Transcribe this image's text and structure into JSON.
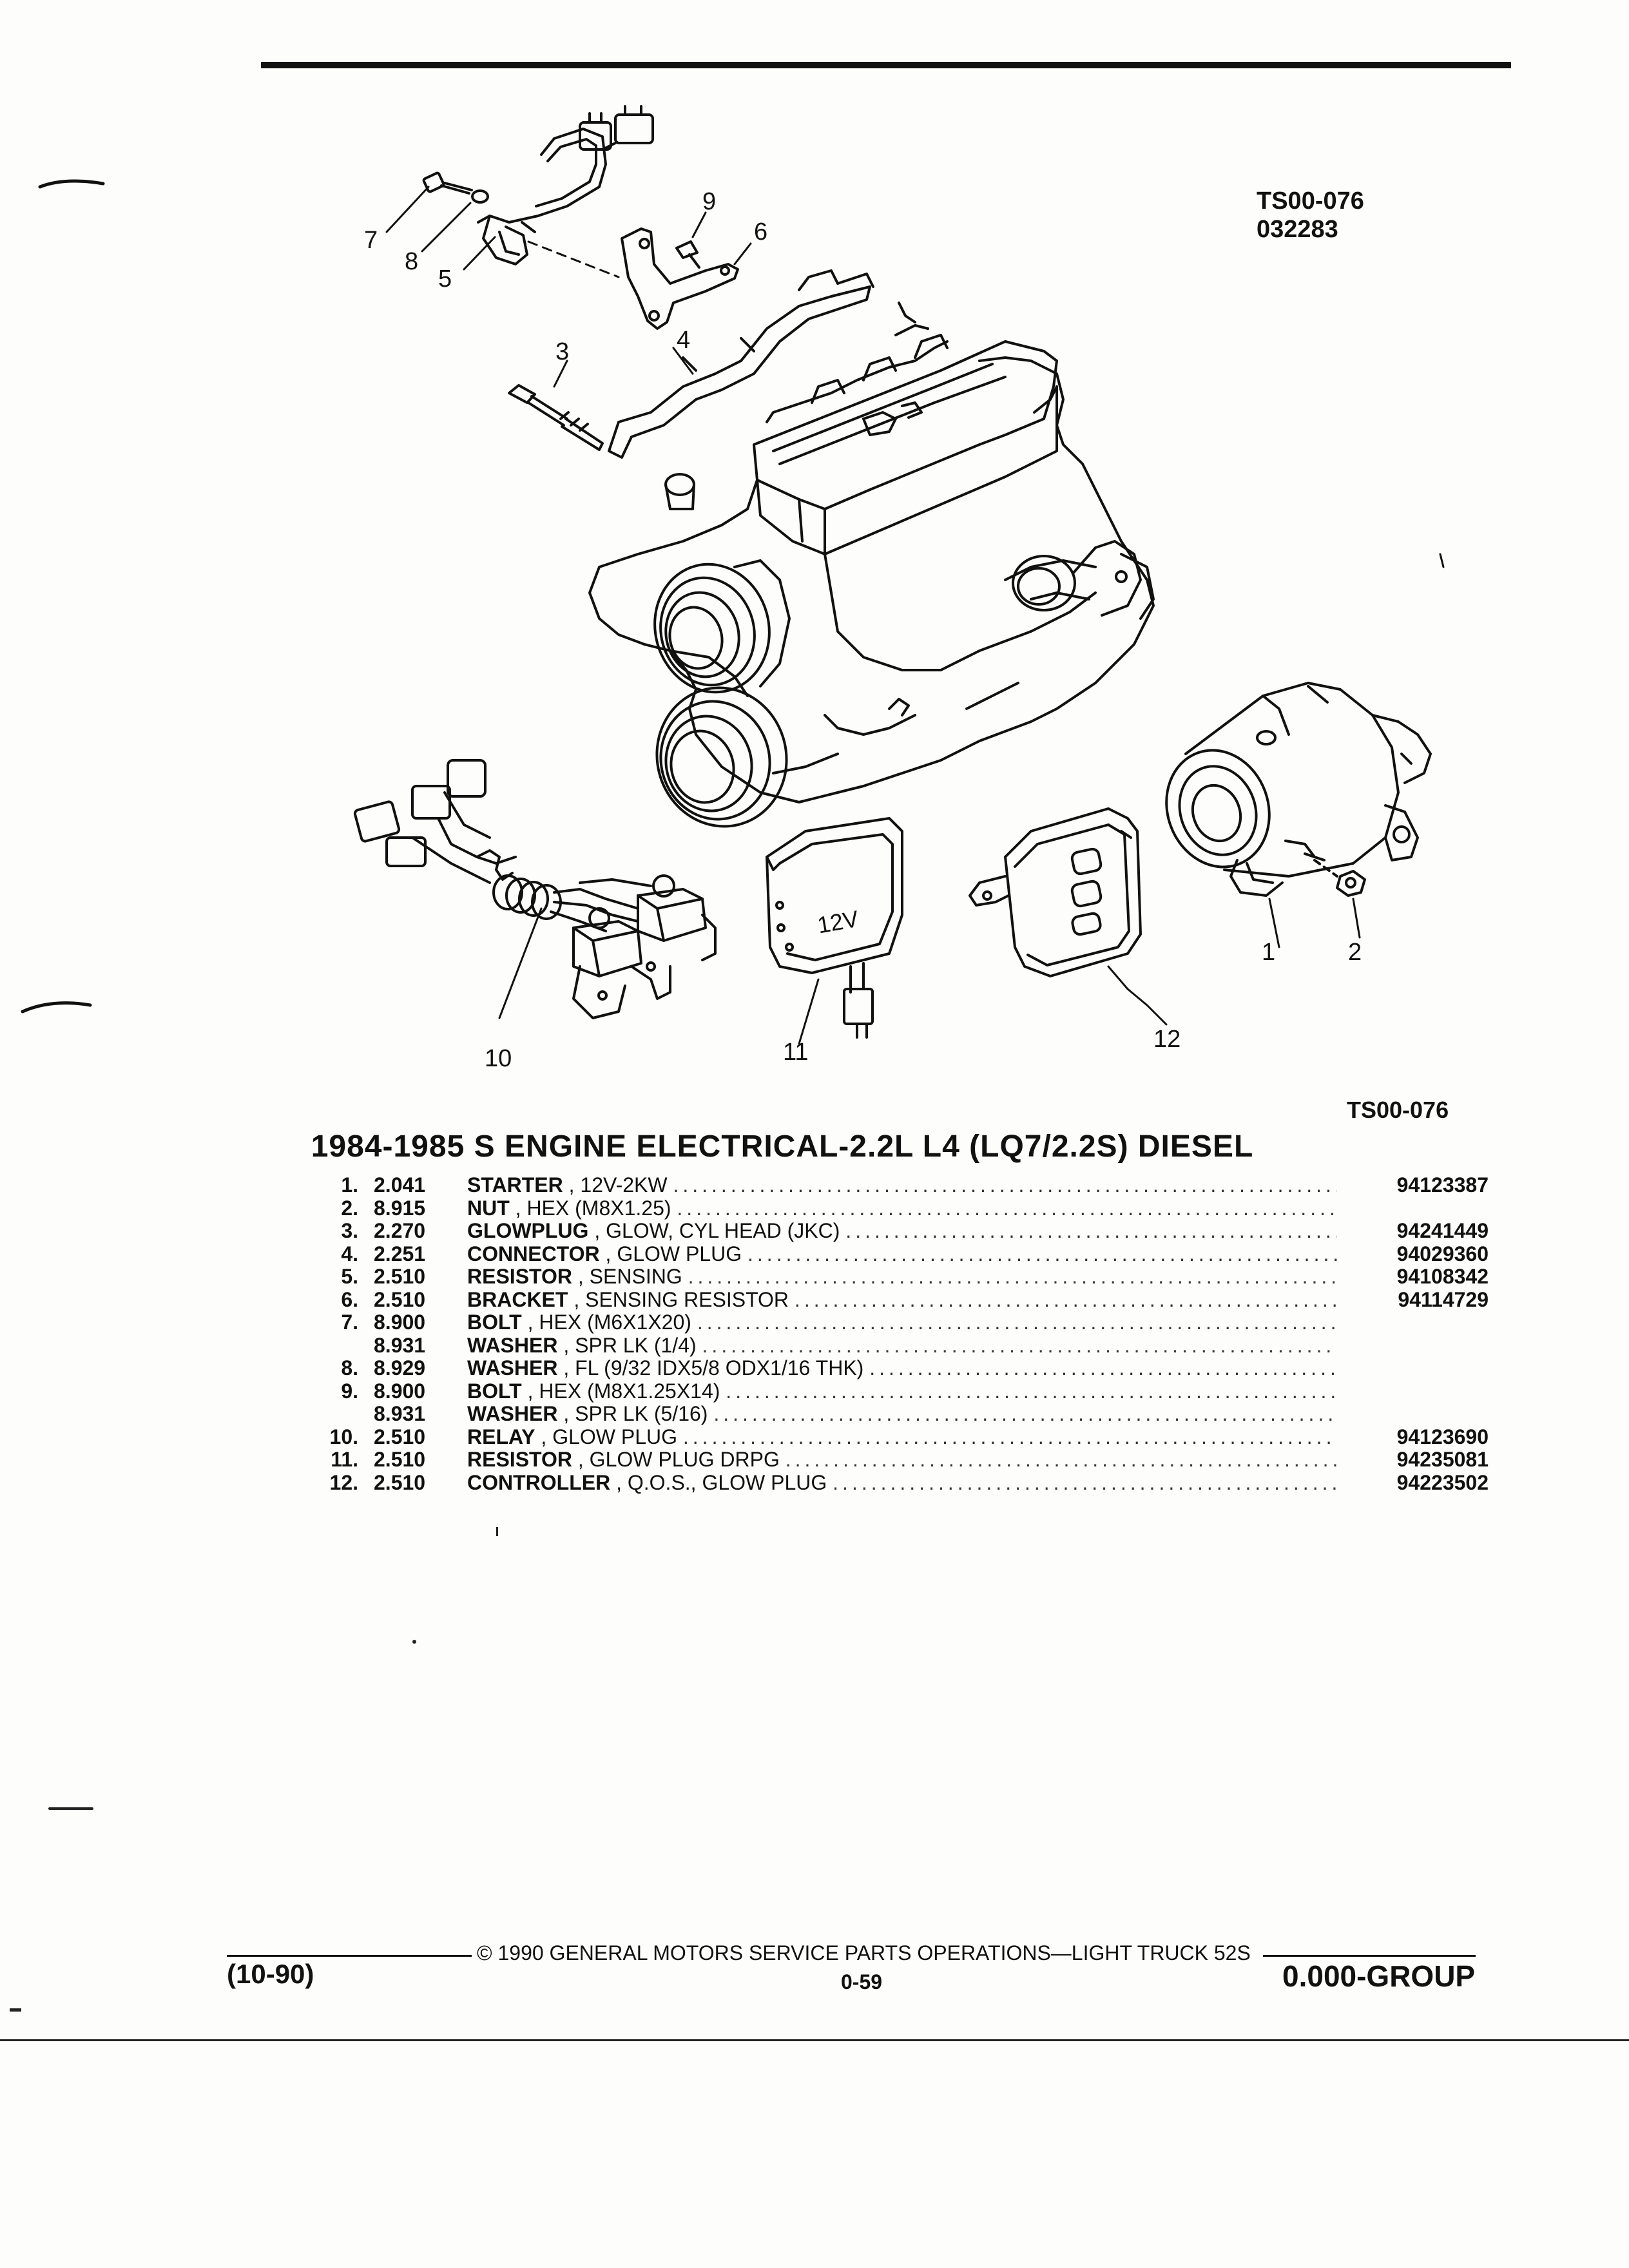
{
  "header": {
    "ts_number": "TS00-076",
    "ts_code": "032283",
    "ts_bottom": "TS00-076"
  },
  "callouts": [
    "1",
    "2",
    "3",
    "4",
    "5",
    "6",
    "7",
    "8",
    "9",
    "10",
    "11",
    "12"
  ],
  "diagram_labels": {
    "resistor_text": "12V"
  },
  "title": "1984-1985 S ENGINE ELECTRICAL-2.2L L4 (LQ7/2.2S) DIESEL",
  "parts": [
    {
      "num": "1.",
      "code": "2.041",
      "name": "STARTER",
      "rest": ", 12V-2KW",
      "pn": "94123387"
    },
    {
      "num": "2.",
      "code": "8.915",
      "name": "NUT",
      "rest": ", HEX (M8X1.25)",
      "pn": ""
    },
    {
      "num": "3.",
      "code": "2.270",
      "name": "GLOWPLUG",
      "rest": ", GLOW, CYL HEAD (JKC)",
      "pn": "94241449"
    },
    {
      "num": "4.",
      "code": "2.251",
      "name": "CONNECTOR",
      "rest": ", GLOW PLUG",
      "pn": "94029360"
    },
    {
      "num": "5.",
      "code": "2.510",
      "name": "RESISTOR",
      "rest": ", SENSING",
      "pn": "94108342"
    },
    {
      "num": "6.",
      "code": "2.510",
      "name": "BRACKET",
      "rest": ", SENSING RESISTOR",
      "pn": "94114729"
    },
    {
      "num": "7.",
      "code": "8.900",
      "name": "BOLT",
      "rest": ", HEX (M6X1X20)",
      "pn": ""
    },
    {
      "num": "",
      "code": "8.931",
      "name": "WASHER",
      "rest": ", SPR LK (1/4)",
      "pn": ""
    },
    {
      "num": "8.",
      "code": "8.929",
      "name": "WASHER",
      "rest": ", FL (9/32 IDX5/8 ODX1/16 THK)",
      "pn": ""
    },
    {
      "num": "9.",
      "code": "8.900",
      "name": "BOLT",
      "rest": ", HEX (M8X1.25X14)",
      "pn": ""
    },
    {
      "num": "",
      "code": "8.931",
      "name": "WASHER",
      "rest": ", SPR LK (5/16)",
      "pn": ""
    },
    {
      "num": "10.",
      "code": "2.510",
      "name": "RELAY",
      "rest": ", GLOW PLUG",
      "pn": "94123690"
    },
    {
      "num": "11.",
      "code": "2.510",
      "name": "RESISTOR",
      "rest": ", GLOW PLUG DRPG",
      "pn": "94235081"
    },
    {
      "num": "12.",
      "code": "2.510",
      "name": "CONTROLLER",
      "rest": ", Q.O.S., GLOW PLUG",
      "pn": "94223502"
    }
  ],
  "footer": {
    "copyright": "© 1990 GENERAL MOTORS SERVICE PARTS OPERATIONS—LIGHT TRUCK 52S",
    "page": "0-59",
    "date": "(10-90)",
    "group": "0.000-GROUP"
  }
}
